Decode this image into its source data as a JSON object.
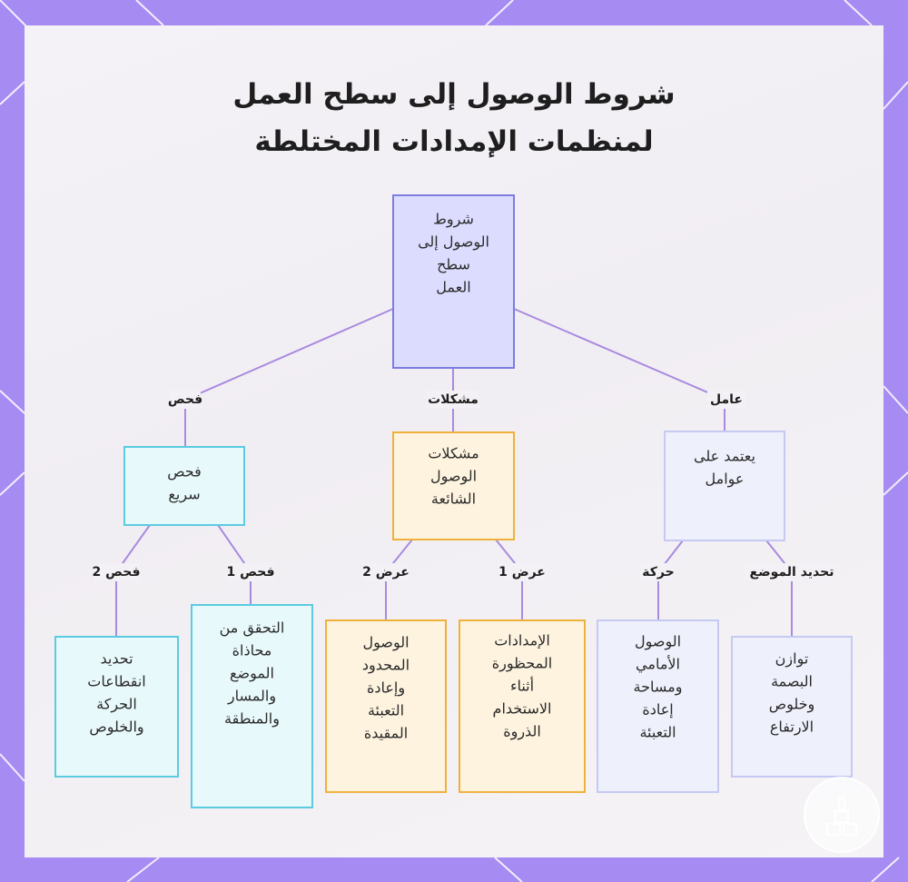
{
  "title_lines": [
    "شروط الوصول إلى سطح العمل",
    "لمنظمات الإمدادات المختلطة"
  ],
  "colors": {
    "frame": "#a68bf2",
    "edge": "#a98ae0",
    "root_fill": "#dcdcff",
    "root_stroke": "#7d7de0",
    "check_fill": "#e8f9fc",
    "check_stroke": "#5bcbe0",
    "problem_fill": "#fdf3df",
    "problem_stroke": "#f0b13c",
    "factor_fill": "#eef0fb",
    "factor_stroke": "#c6c9f2"
  },
  "nodes": [
    {
      "id": "root",
      "kind": "root",
      "lines": [
        "شروط",
        "الوصول إلى",
        "سطح",
        "العمل"
      ]
    },
    {
      "id": "check",
      "kind": "check",
      "lines": [
        "فحص",
        "سريع"
      ]
    },
    {
      "id": "problems",
      "kind": "problem",
      "lines": [
        "مشكلات",
        "الوصول",
        "الشائعة"
      ]
    },
    {
      "id": "factors",
      "kind": "factor",
      "lines": [
        "يعتمد على",
        "عوامل"
      ]
    },
    {
      "id": "check2",
      "kind": "check",
      "lines": [
        "تحديد",
        "انقطاعات",
        "الحركة",
        "والخلوص"
      ]
    },
    {
      "id": "check1",
      "kind": "check",
      "lines": [
        "التحقق من",
        "محاذاة",
        "الموضع",
        "والمسار",
        "والمنطقة"
      ]
    },
    {
      "id": "show2",
      "kind": "problem",
      "lines": [
        "الوصول",
        "المحدود",
        "وإعادة",
        "التعبئة",
        "المقيدة"
      ]
    },
    {
      "id": "show1",
      "kind": "problem",
      "lines": [
        "الإمدادات",
        "المحظورة",
        "أثناء",
        "الاستخدام",
        "الذروة"
      ]
    },
    {
      "id": "movement",
      "kind": "factor",
      "lines": [
        "الوصول",
        "الأمامي",
        "ومساحة",
        "إعادة",
        "التعبئة"
      ]
    },
    {
      "id": "position",
      "kind": "factor",
      "lines": [
        "توازن",
        "البصمة",
        "وخلوص",
        "الارتفاع"
      ]
    }
  ],
  "edges": [
    {
      "from": "root",
      "to": "check",
      "label": "فحص"
    },
    {
      "from": "root",
      "to": "problems",
      "label": "مشكلات"
    },
    {
      "from": "root",
      "to": "factors",
      "label": "عامل"
    },
    {
      "from": "check",
      "to": "check2",
      "label": "فحص 2"
    },
    {
      "from": "check",
      "to": "check1",
      "label": "فحص 1"
    },
    {
      "from": "problems",
      "to": "show2",
      "label": "عرض 2"
    },
    {
      "from": "problems",
      "to": "show1",
      "label": "عرض 1"
    },
    {
      "from": "factors",
      "to": "movement",
      "label": "حركة"
    },
    {
      "from": "factors",
      "to": "position",
      "label": "تحديد الموضع"
    }
  ]
}
